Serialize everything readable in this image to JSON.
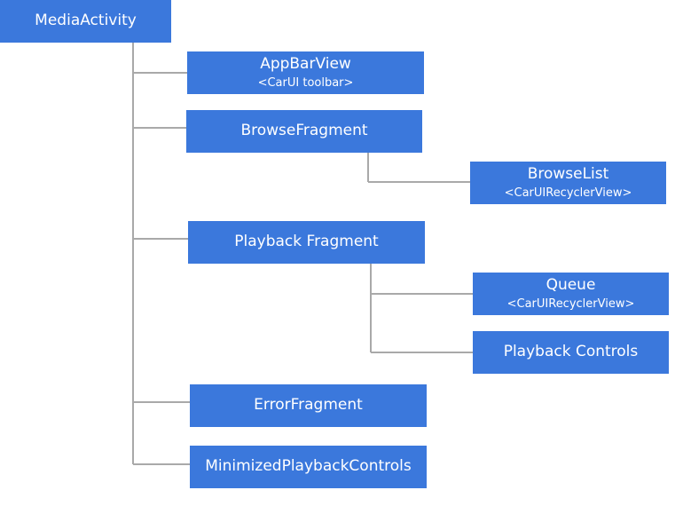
{
  "nodes": {
    "media_activity": {
      "label": "MediaActivity"
    },
    "app_bar_view": {
      "label": "AppBarView",
      "sublabel": "<CarUI toolbar>"
    },
    "browse_fragment": {
      "label": "BrowseFragment"
    },
    "browse_list": {
      "label": "BrowseList",
      "sublabel": "<CarUIRecyclerView>"
    },
    "playback_fragment": {
      "label": "Playback Fragment"
    },
    "queue": {
      "label": "Queue",
      "sublabel": "<CarUIRecyclerView>"
    },
    "playback_controls": {
      "label": "Playback Controls"
    },
    "error_fragment": {
      "label": "ErrorFragment"
    },
    "minimized_playback_controls": {
      "label": "MinimizedPlaybackControls"
    }
  },
  "edges": [
    [
      "media_activity",
      "app_bar_view"
    ],
    [
      "media_activity",
      "browse_fragment"
    ],
    [
      "media_activity",
      "playback_fragment"
    ],
    [
      "media_activity",
      "error_fragment"
    ],
    [
      "media_activity",
      "minimized_playback_controls"
    ],
    [
      "browse_fragment",
      "browse_list"
    ],
    [
      "playback_fragment",
      "queue"
    ],
    [
      "playback_fragment",
      "playback_controls"
    ]
  ],
  "colors": {
    "node_fill": "#3b78dc",
    "node_text": "#ffffff",
    "connector": "#a9a9a9",
    "background": "#ffffff"
  }
}
